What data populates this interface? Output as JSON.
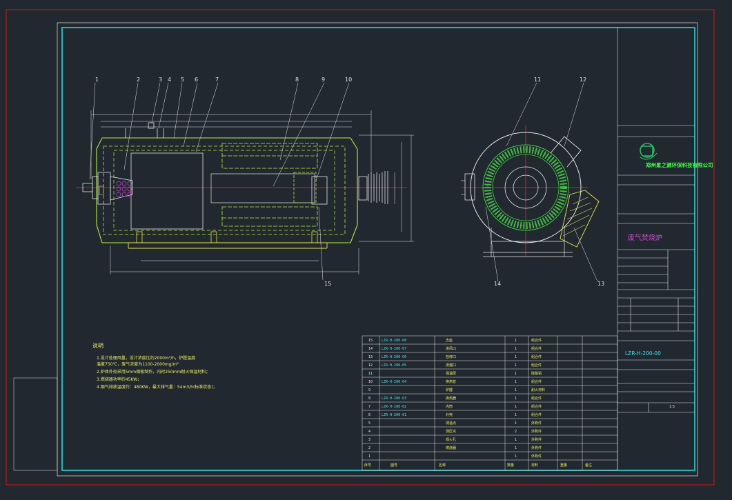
{
  "drawing": {
    "leaders_left": [
      "1",
      "2",
      "3",
      "4",
      "5",
      "6",
      "7",
      "8",
      "9",
      "10"
    ],
    "leaders_right": [
      "11",
      "12"
    ],
    "leaders_bottom": [
      "13",
      "14",
      "15"
    ]
  },
  "title_block": {
    "company": "郑州星之源环保科技有限公司",
    "product": "废气焚烧炉",
    "drawing_no": "LZR-H-200-00",
    "scale": "1:5"
  },
  "notes": {
    "heading": "说明",
    "lines": [
      "1.设计处理风量，设计浓度比约2000m³/h，炉膛温度",
      "  温度750℃，废气浓度为1100-2000mg/m³",
      "2.炉体外壳采用5mm钢板制作，内衬250mm耐火保温材料；",
      "3.燃烧器功率约45KW；",
      "4.烟气排放温度约：480KW，最大排气量：54m3/h(标准状态)；"
    ]
  },
  "bom": {
    "rows": [
      {
        "no": "15",
        "code": "LZR-H-200-08",
        "name": "支座",
        "qty": "1",
        "mat": "组合件"
      },
      {
        "no": "14",
        "code": "LZR-H-200-07",
        "name": "进风口",
        "qty": "1",
        "mat": "组合件"
      },
      {
        "no": "13",
        "code": "LZR-H-200-06",
        "name": "检修口",
        "qty": "1",
        "mat": "组合件"
      },
      {
        "no": "12",
        "code": "LZR-H-200-05",
        "name": "排烟口",
        "qty": "1",
        "mat": "组合件"
      },
      {
        "no": "11",
        "code": "",
        "name": "保温层",
        "qty": "1",
        "mat": "硅酸铝"
      },
      {
        "no": "10",
        "code": "LZR-H-200-04",
        "name": "换热管",
        "qty": "1",
        "mat": "组合件"
      },
      {
        "no": "9",
        "code": "",
        "name": "炉膛",
        "qty": "1",
        "mat": "耐火材料"
      },
      {
        "no": "8",
        "code": "LZR-H-200-03",
        "name": "换热器",
        "qty": "1",
        "mat": "组合件"
      },
      {
        "no": "7",
        "code": "LZR-H-200-02",
        "name": "内筒",
        "qty": "1",
        "mat": "组合件"
      },
      {
        "no": "6",
        "code": "LZR-H-200-01",
        "name": "外壳",
        "qty": "1",
        "mat": "组合件"
      },
      {
        "no": "5",
        "code": "",
        "name": "测温点",
        "qty": "1",
        "mat": "外购件"
      },
      {
        "no": "4",
        "code": "",
        "name": "测压点",
        "qty": "2",
        "mat": "外购件"
      },
      {
        "no": "3",
        "code": "",
        "name": "观火孔",
        "qty": "1",
        "mat": "外购件"
      },
      {
        "no": "2",
        "code": "",
        "name": "燃烧器",
        "qty": "1",
        "mat": "外购件"
      },
      {
        "no": "1",
        "code": "",
        "name": "",
        "qty": "1",
        "mat": "外购件"
      }
    ],
    "header": {
      "no": "序号",
      "code": "图号",
      "name": "名称",
      "qty": "数量",
      "mat": "材料",
      "weight": "重量",
      "remark": "备注"
    }
  },
  "colors": {
    "bg": "#212830",
    "frame_red": "#d01818",
    "frame_cyan": "#28d8d8",
    "part_green": "#b8f040",
    "insul_green": "#40d040",
    "white": "#e8e8e8",
    "yellow": "#e8e840",
    "red_center": "#e03030",
    "magenta": "#d040d0",
    "logo_green": "#20c060"
  }
}
